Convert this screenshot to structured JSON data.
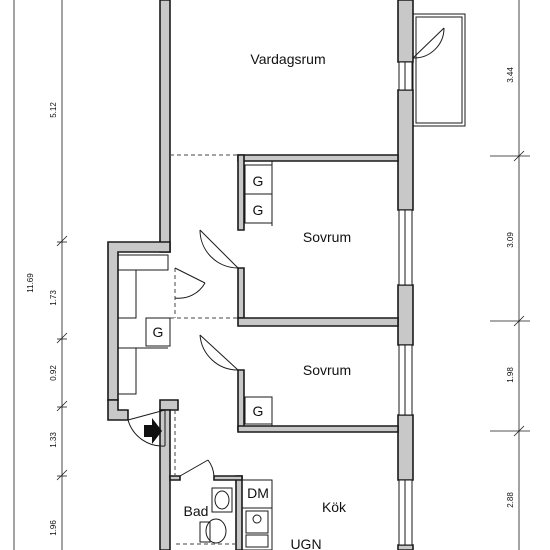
{
  "rooms": {
    "living": "Vardagsrum",
    "bedroom1": "Sovrum",
    "bedroom2": "Sovrum",
    "kitchen": "Kök",
    "bath": "Bad",
    "dishwasher": "DM",
    "oven": "UGN"
  },
  "storage_label": "G",
  "dimensions": {
    "left": {
      "total": "11.69",
      "segments": [
        "5.12",
        "1.73",
        "0.92",
        "1.33",
        "1.96"
      ]
    },
    "right": {
      "segments": [
        "3.44",
        "3.09",
        "1.98",
        "2.88"
      ]
    }
  }
}
